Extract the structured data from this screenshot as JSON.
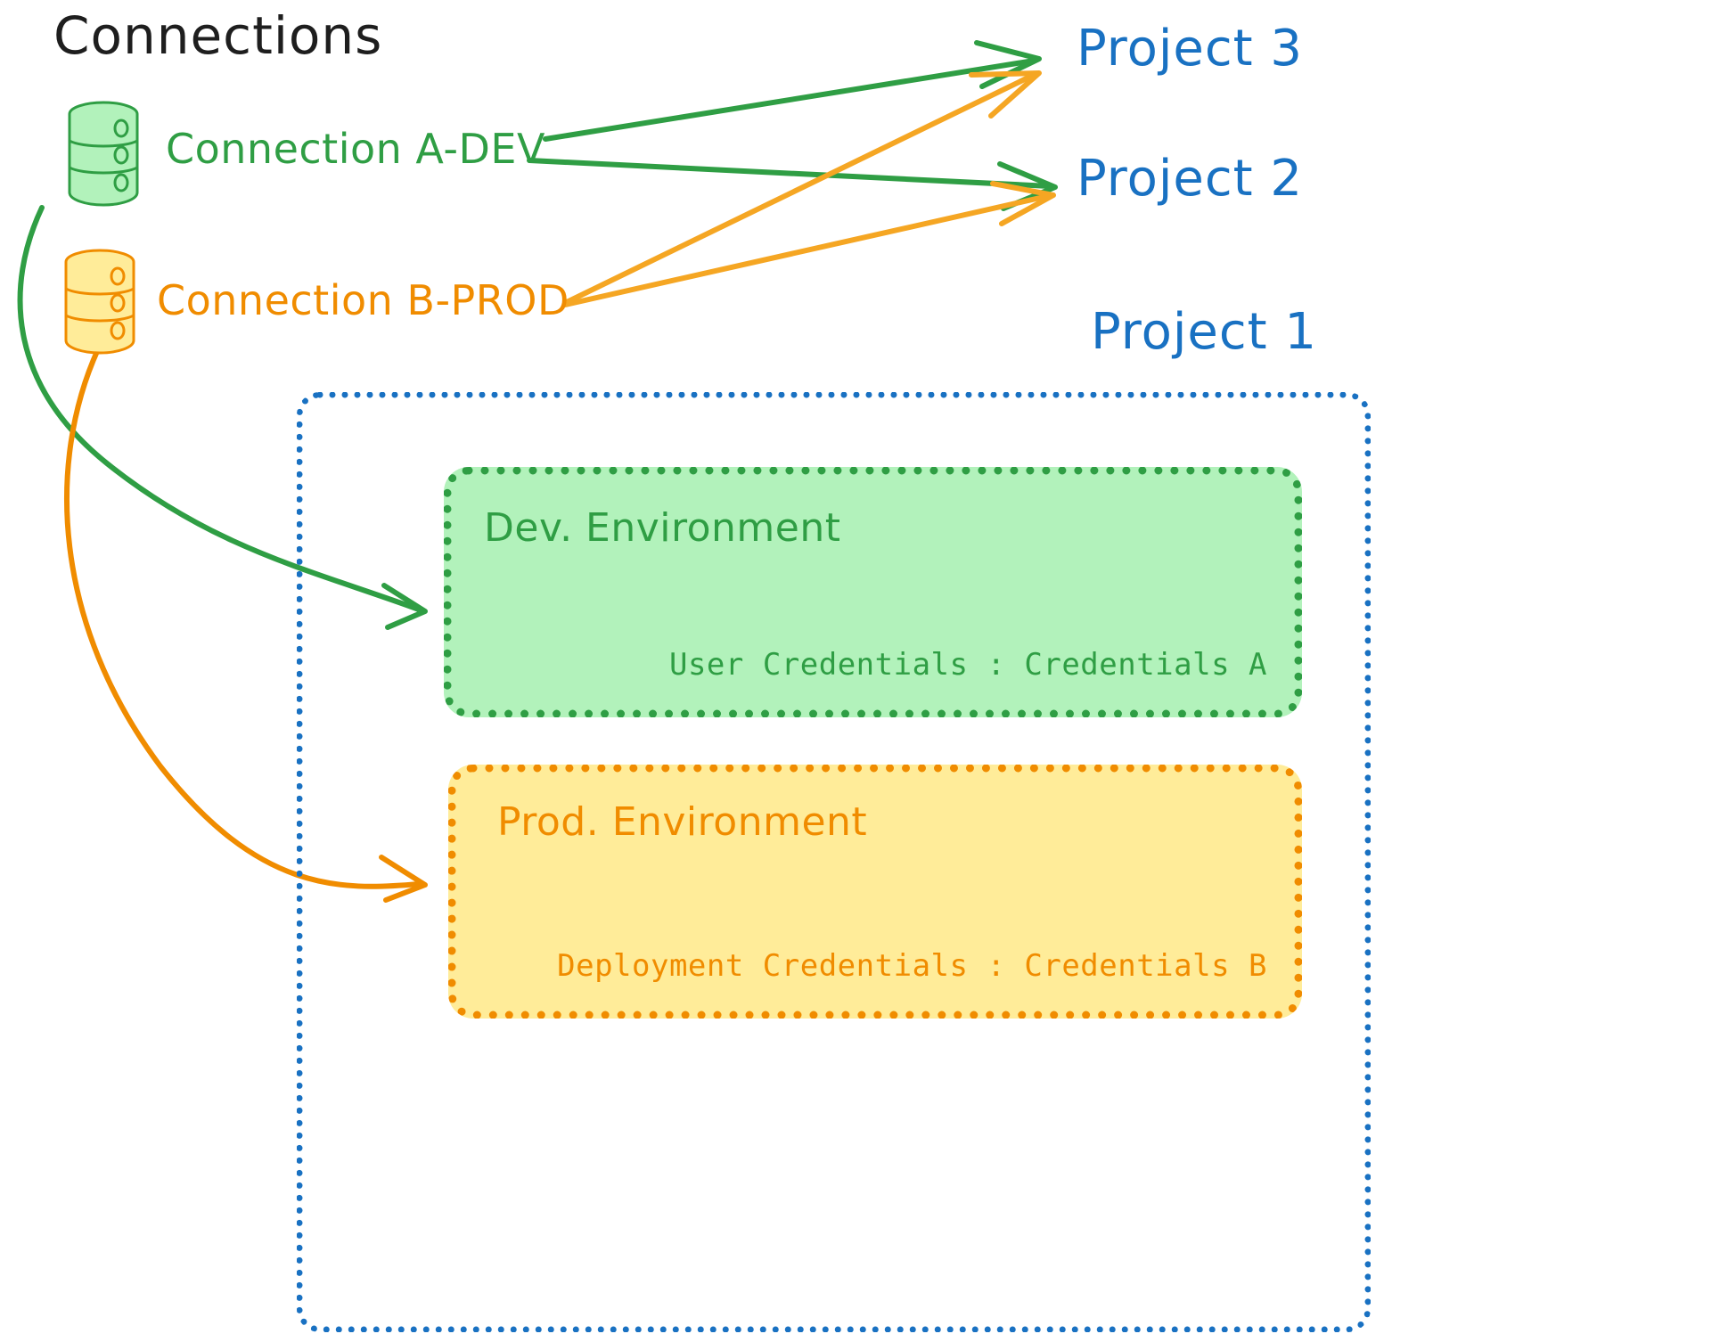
{
  "diagram": {
    "title": "Connections",
    "connections": [
      {
        "id": "a-dev",
        "label": "Connection A-DEV",
        "color": "#2f9e44",
        "icon": "database-icon"
      },
      {
        "id": "b-prod",
        "label": "Connection B-PROD",
        "color": "#f08c00",
        "icon": "database-icon"
      }
    ],
    "projects": [
      {
        "id": "project-3",
        "label": "Project 3",
        "color": "#1971c2"
      },
      {
        "id": "project-2",
        "label": "Project 2",
        "color": "#1971c2"
      },
      {
        "id": "project-1",
        "label": "Project 1",
        "color": "#1971c2"
      }
    ],
    "environments": [
      {
        "id": "dev-environment",
        "title": "Dev. Environment",
        "credentials_label": "User Credentials",
        "credentials_value": "Credentials A",
        "credentials_line": "User Credentials : Credentials A",
        "color": "#2f9e44",
        "fill": "#b2f2bb"
      },
      {
        "id": "prod-environment",
        "title": "Prod. Environment",
        "credentials_label": "Deployment Credentials",
        "credentials_value": "Credentials B",
        "credentials_line": "Deployment Credentials : Credentials B",
        "color": "#f08c00",
        "fill": "#ffec99"
      }
    ],
    "container": {
      "id": "project-1-container",
      "border_color": "#1971c2",
      "border_style": "dotted"
    },
    "edges": [
      {
        "id": "dev-to-project-3",
        "from": "a-dev",
        "to": "project-3",
        "color": "#2f9e44"
      },
      {
        "id": "dev-to-project-2",
        "from": "a-dev",
        "to": "project-2",
        "color": "#2f9e44"
      },
      {
        "id": "dev-to-dev-env",
        "from": "a-dev",
        "to": "dev-environment",
        "color": "#2f9e44"
      },
      {
        "id": "prod-to-project-3",
        "from": "b-prod",
        "to": "project-3",
        "color": "#f5a623"
      },
      {
        "id": "prod-to-project-2",
        "from": "b-prod",
        "to": "project-2",
        "color": "#f5a623"
      },
      {
        "id": "prod-to-prod-env",
        "from": "b-prod",
        "to": "prod-environment",
        "color": "#f08c00"
      }
    ],
    "palette": {
      "green": "#2f9e44",
      "green_fill": "#b2f2bb",
      "orange": "#f08c00",
      "orange_fill": "#ffec99",
      "amber": "#f5a623",
      "blue": "#1971c2",
      "ink": "#1e1e1e",
      "background": "#ffffff"
    }
  }
}
